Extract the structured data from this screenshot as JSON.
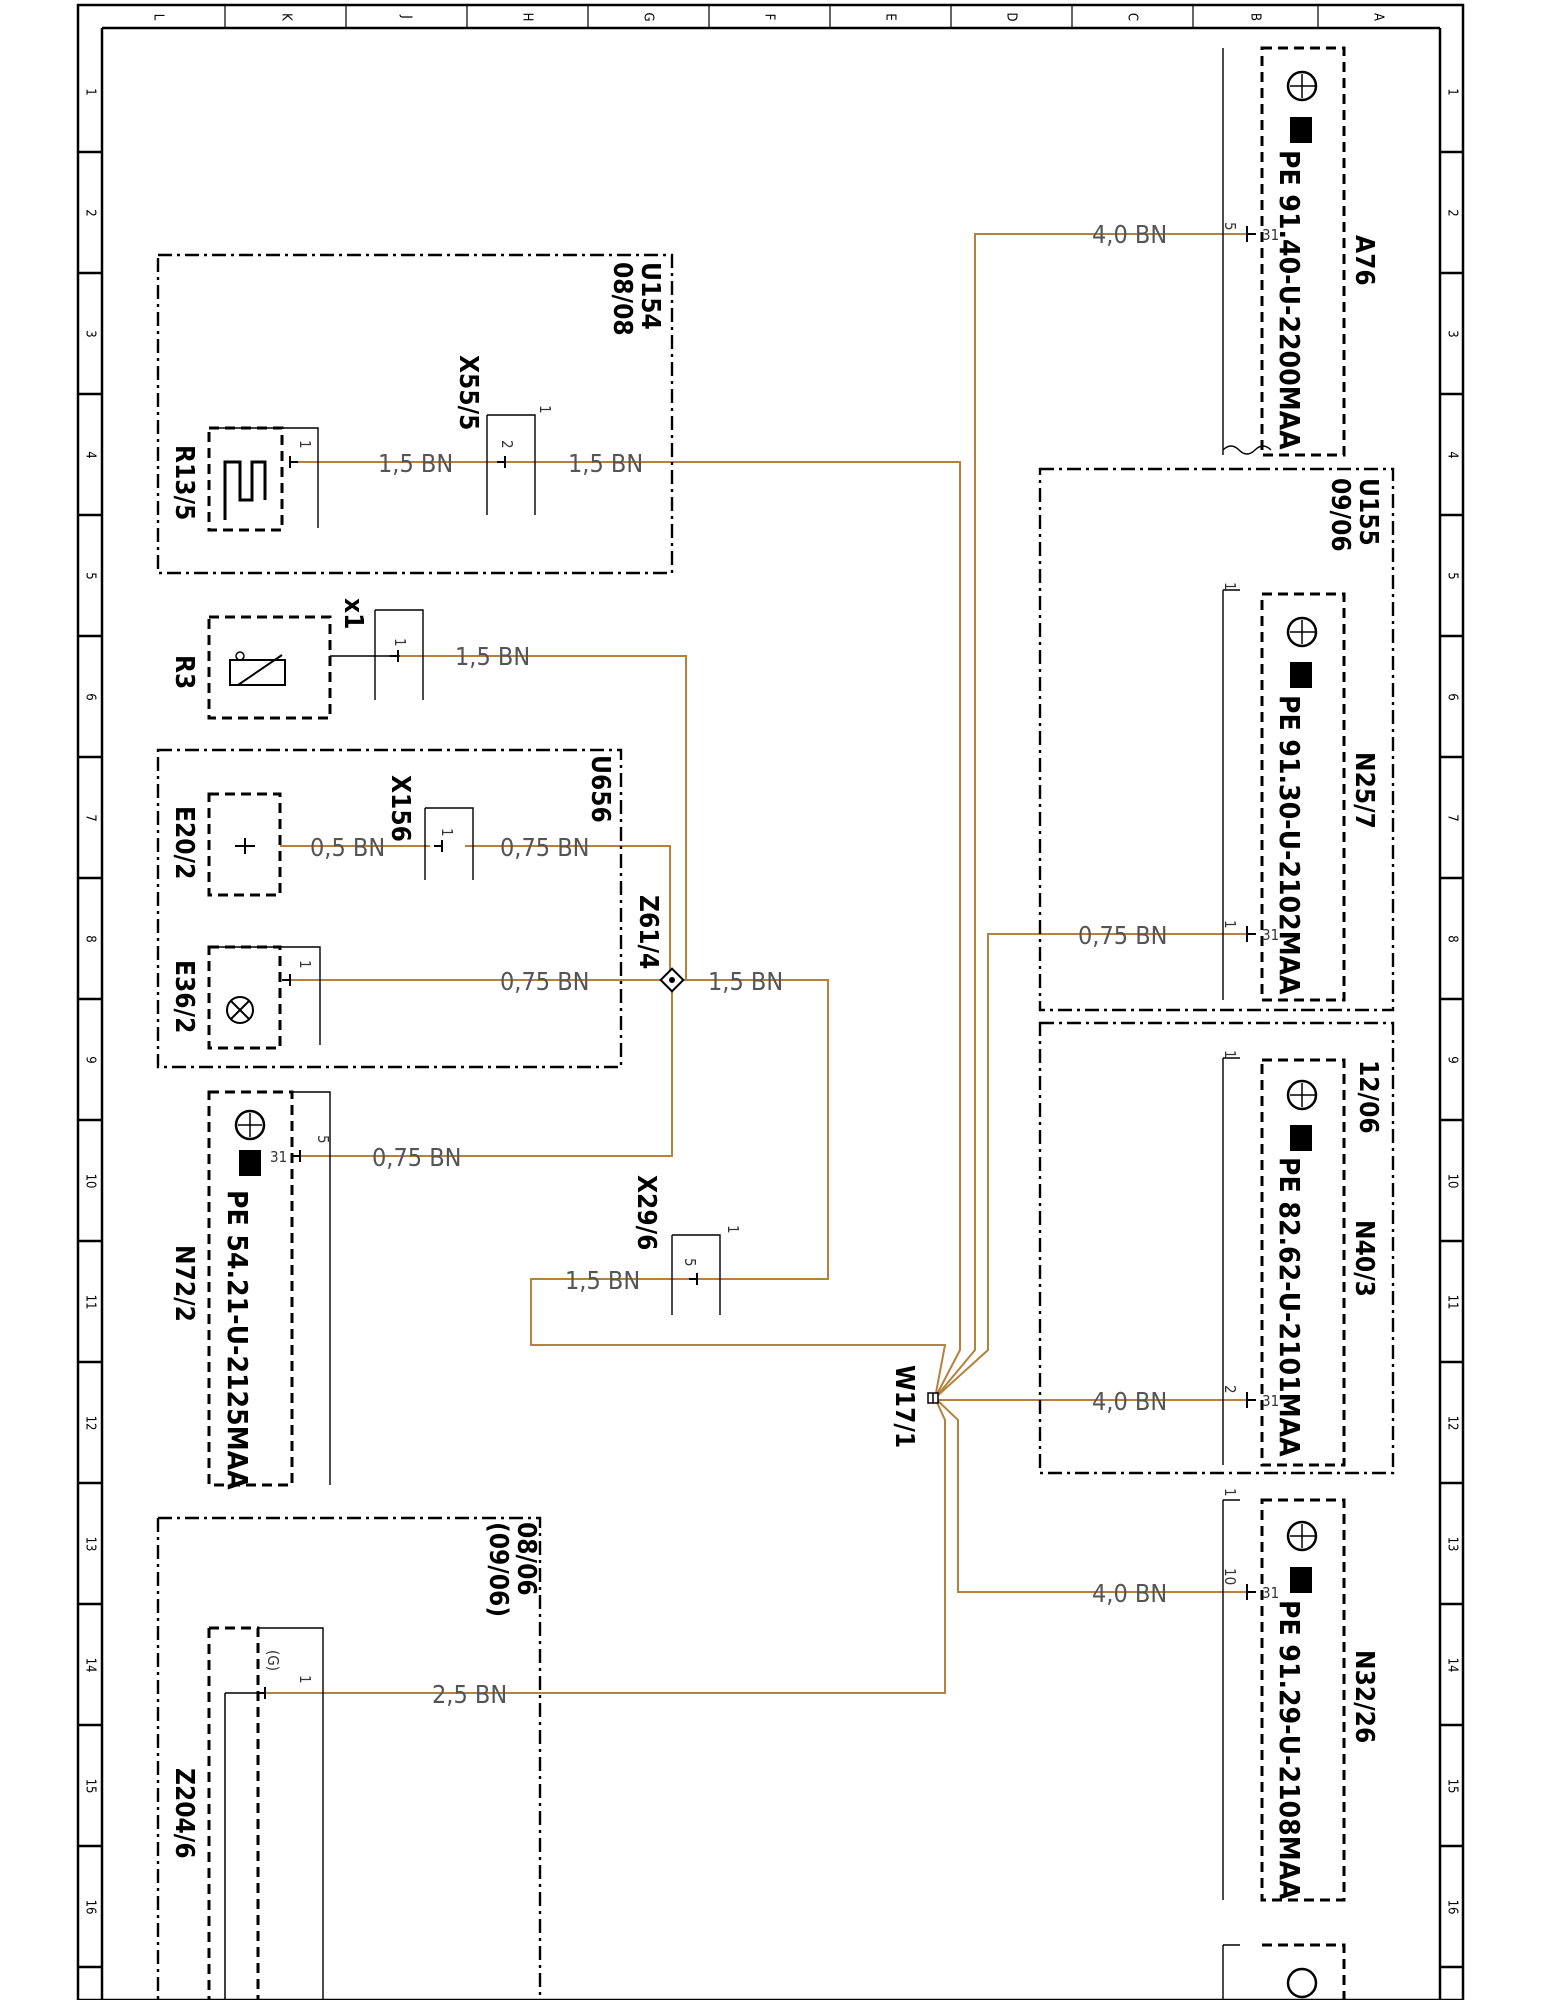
{
  "grid": {
    "columns": [
      "L",
      "K",
      "J",
      "H",
      "G",
      "F",
      "E",
      "D",
      "C",
      "B",
      "A"
    ],
    "rows": [
      "1",
      "2",
      "3",
      "4",
      "5",
      "6",
      "7",
      "8",
      "9",
      "10",
      "11",
      "12",
      "13",
      "14",
      "15",
      "16"
    ]
  },
  "components": {
    "a76": {
      "id": "A76",
      "pe": "PE 91.40-U-2200MAA",
      "pin_a": "5",
      "pin_b": "31",
      "wire": "4,0 BN"
    },
    "u155": {
      "id": "U155",
      "ref": "09/06"
    },
    "n25_7": {
      "id": "N25/7",
      "pe": "PE 91.30-U-2102MAA",
      "pin_a": "1",
      "pin_b": "31",
      "corner": "1",
      "wire": "0,75 BN"
    },
    "n40_3": {
      "id": "N40/3",
      "pe": "PE 82.62-U-2101MAA",
      "pin_a": "2",
      "pin_b": "31",
      "corner": "1",
      "ref": "12/06",
      "wire": "4,0 BN"
    },
    "n32_26": {
      "id": "N32/26",
      "pe": "PE 91.29-U-2108MAA",
      "pin_a": "10",
      "pin_b": "31",
      "corner": "1",
      "wire": "4,0 BN"
    },
    "u154": {
      "id": "U154",
      "ref": "08/08"
    },
    "x55_5": {
      "id": "X55/5",
      "pin": "2",
      "corner": "1",
      "wire_left": "1,5 BN",
      "wire_right": "1,5 BN"
    },
    "r13_5": {
      "id": "R13/5",
      "pin": "1"
    },
    "r3": {
      "id": "R3"
    },
    "x1": {
      "id": "x1",
      "pin": "1",
      "wire": "1,5 BN"
    },
    "u656": {
      "id": "U656"
    },
    "x156": {
      "id": "X156",
      "pin": "1",
      "wire_left": "0,5 BN",
      "wire_right": "0,75 BN"
    },
    "e20_2": {
      "id": "E20/2"
    },
    "e36_2": {
      "id": "E36/2",
      "pin": "1",
      "wire": "0,75 BN"
    },
    "z61_4": {
      "id": "Z61/4",
      "wire": "1,5 BN"
    },
    "n72_2": {
      "id": "N72/2",
      "pe": "PE 54.21-U-2125MAA",
      "pin_a": "31",
      "pin_b": "5",
      "wire": "0,75 BN"
    },
    "x29_6": {
      "id": "X29/6",
      "pin": "5",
      "corner": "1",
      "wire": "1,5 BN"
    },
    "w17_1": {
      "id": "W17/1"
    },
    "z204_6": {
      "id": "Z204/6",
      "pin": "1",
      "pin_g": "(G)",
      "wire": "2,5 BN",
      "ref_a": "08/06",
      "ref_b": "(09/06)"
    }
  },
  "colors": {
    "wire": "#b5813c",
    "line": "#000000"
  }
}
